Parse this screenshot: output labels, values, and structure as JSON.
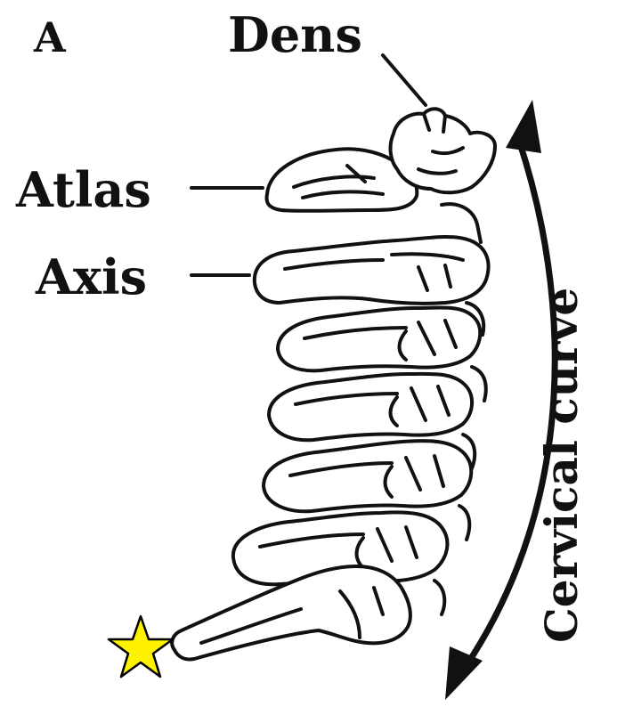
{
  "panel_letter": "A",
  "labels": {
    "dens": "Dens",
    "atlas": "Atlas",
    "axis": "Axis",
    "curve": "Cervical curve"
  },
  "marker": {
    "icon": "star-icon",
    "fill": "#FFF200",
    "stroke": "#000000"
  },
  "colors": {
    "ink": "#111111",
    "background": "#FFFFFF"
  }
}
